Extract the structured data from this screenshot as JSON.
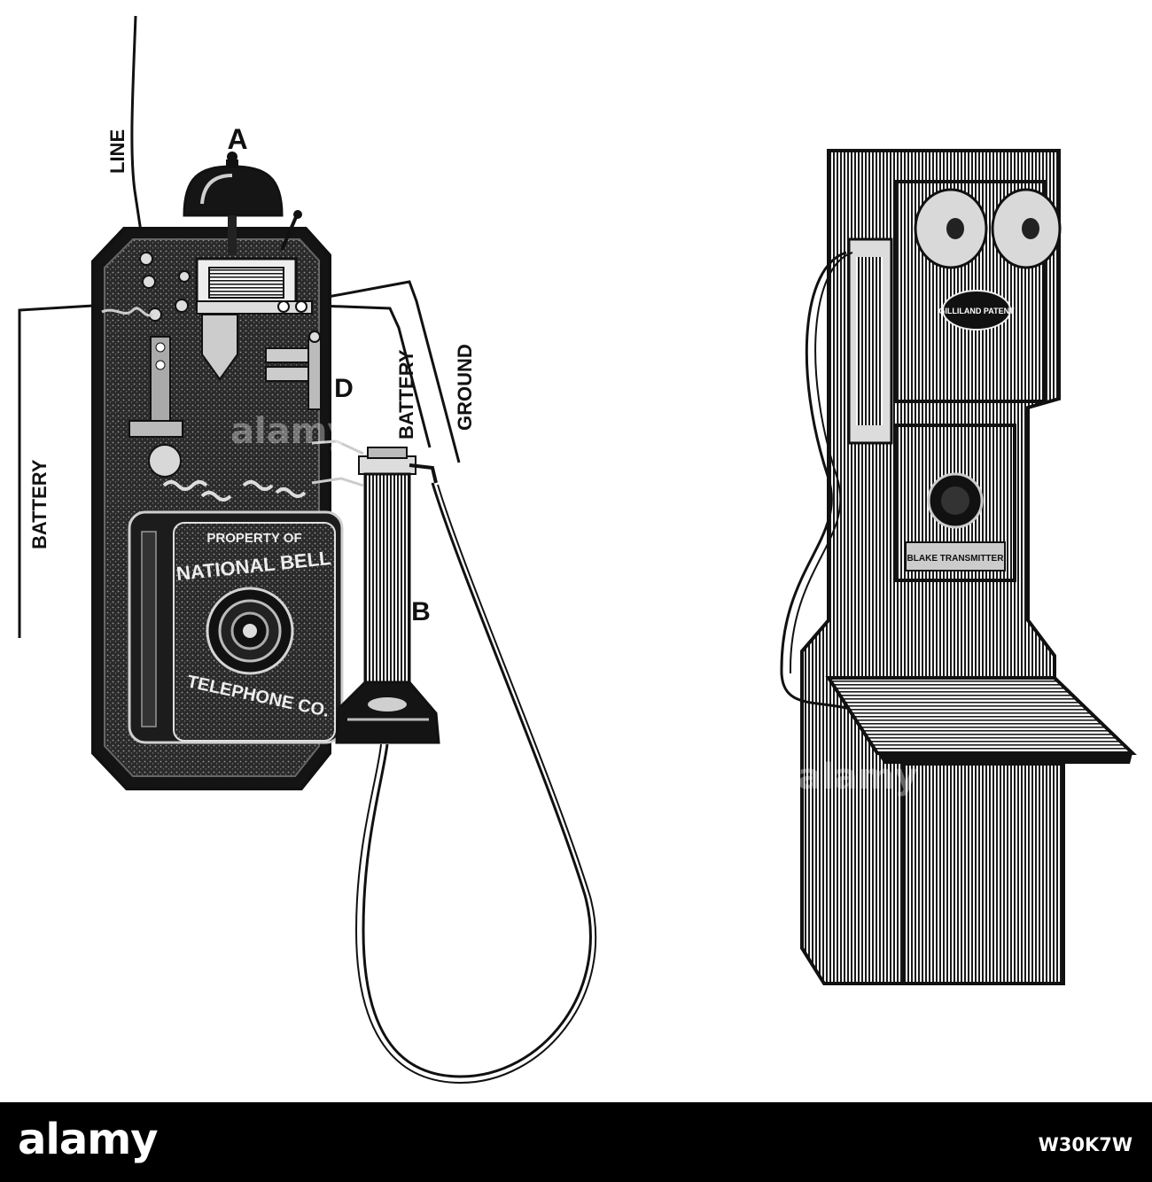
{
  "labels": {
    "a": "A",
    "b": "B",
    "d": "D",
    "line": "LINE",
    "battery_left": "BATTERY",
    "battery_right": "BATTERY",
    "ground": "GROUND"
  },
  "left_phone": {
    "box_line1": "PROPERTY OF",
    "box_line2": "NATIONAL BELL",
    "box_line3": "TELEPHONE CO."
  },
  "right_phone": {
    "plate": "GILLILAND PATENT",
    "transmitter": "BLAKE TRANSMITTER"
  },
  "footer": {
    "wordmark": "alamy",
    "image_id": "W30K7W"
  },
  "colors": {
    "ink": "#111111",
    "paper": "#ffffff",
    "footer_bg": "#000000"
  }
}
